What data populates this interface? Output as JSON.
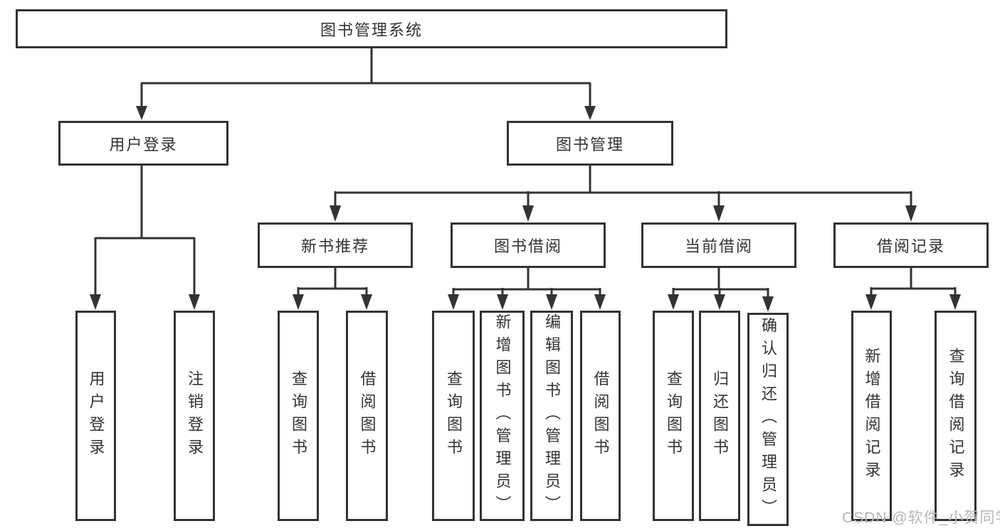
{
  "diagram": {
    "type": "tree",
    "root": {
      "label": "图书管理系统"
    },
    "level2": [
      {
        "label": "用户登录"
      },
      {
        "label": "图书管理"
      }
    ],
    "level3": [
      {
        "label": "新书推荐",
        "parent": "图书管理"
      },
      {
        "label": "图书借阅",
        "parent": "图书管理"
      },
      {
        "label": "当前借阅",
        "parent": "图书管理"
      },
      {
        "label": "借阅记录",
        "parent": "图书管理"
      }
    ],
    "leaves": {
      "user_login": [
        "用户登录",
        "注销登录"
      ],
      "new_books": [
        "查询图书",
        "借阅图书"
      ],
      "book_borrow": [
        "查询图书",
        "新增图书（管理员）",
        "编辑图书（管理员）",
        "借阅图书"
      ],
      "current_borrow": [
        "查询图书",
        "归还图书",
        "确认归还（管理员）"
      ],
      "borrow_records": [
        "新增借阅记录",
        "查询借阅记录"
      ]
    }
  },
  "watermark": "CSDN @软件_小贺同学",
  "colors": {
    "line": "#333333",
    "text": "#333333",
    "box_background": "#ffffff",
    "watermark": "#b7b7bb",
    "background": "#ffffff"
  }
}
